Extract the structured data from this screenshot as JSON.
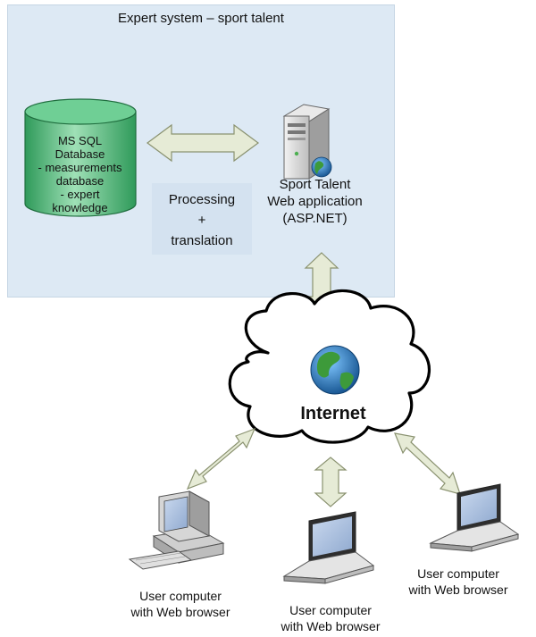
{
  "expert_system": {
    "title": "Expert system – sport talent"
  },
  "database": {
    "lines": [
      "MS SQL",
      "Database",
      "- measurements",
      "database",
      "- expert",
      "knowledge"
    ]
  },
  "processing": {
    "lines": [
      "Processing",
      "+",
      "translation"
    ]
  },
  "server": {
    "lines": [
      "Sport Talent",
      "Web application",
      "(ASP.NET)"
    ]
  },
  "internet": {
    "label": "Internet"
  },
  "clients": [
    {
      "lines": [
        "User computer",
        "with Web browser"
      ]
    },
    {
      "lines": [
        "User computer",
        "with Web browser"
      ]
    },
    {
      "lines": [
        "User computer",
        "with Web browser"
      ]
    }
  ],
  "colors": {
    "expert_bg": "#dde9f4",
    "db_green": "#3fae6a",
    "arrow_fill": "#e6ebd6",
    "arrow_stroke": "#8a9270"
  }
}
